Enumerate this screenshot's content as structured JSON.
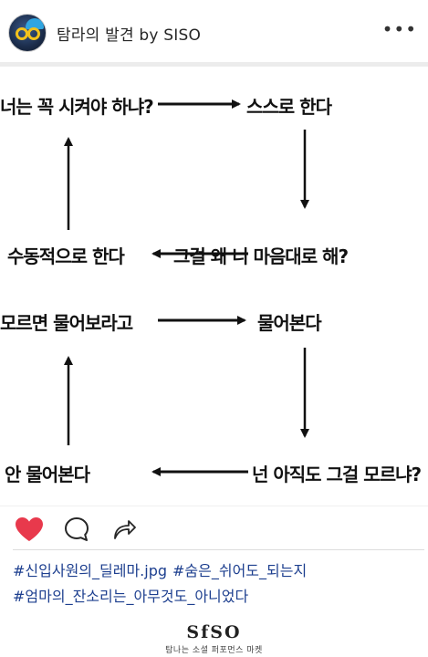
{
  "header": {
    "account_name": "탐라의 발견 by SISO",
    "more_label": "•••"
  },
  "diagram": {
    "nodes": {
      "should_i_be_told": "너는 꼭 시켜야 하냐?",
      "do_it_yourself": "스스로 한다",
      "why_your_own_way": "그걸 왜 니 마음대로 해?",
      "do_passively": "수동적으로 한다",
      "ask_if_unknown": "모르면 물어보라고",
      "ask": "물어본다",
      "still_dont_know": "넌 아직도 그걸 모르냐?",
      "dont_ask": "안 물어본다"
    }
  },
  "hashtags": {
    "line1": [
      "#신입사원의_딜레마.jpg",
      "#숨은_쉬어도_되는지"
    ],
    "line2": [
      "#엄마의_잔소리는_아무것도_아니었다"
    ]
  },
  "brand": {
    "logo": "SfSO",
    "tagline": "탐나는 소셜 퍼포먼스 마켓"
  },
  "colors": {
    "heart": "#e8394c",
    "hashtag": "#1d3f8f",
    "arrow": "#111111"
  }
}
